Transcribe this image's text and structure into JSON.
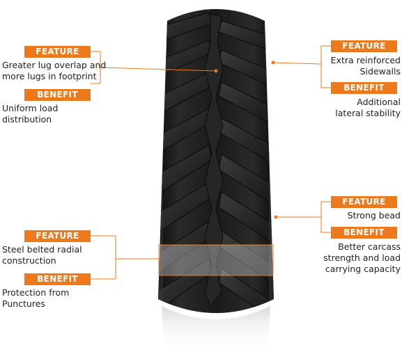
{
  "colors": {
    "accent": "#ec7a1c",
    "text": "#1f1f1f",
    "tire": "#1c1c1c"
  },
  "callouts": [
    {
      "feature_label": "FEATURE",
      "feature_text": "Greater lug overlap and\nmore lugs in footprint",
      "benefit_label": "BENEFIT",
      "benefit_text": "Uniform load\ndistribution"
    },
    {
      "feature_label": "FEATURE",
      "feature_text": "Extra reinforced\nSidewalls",
      "benefit_label": "BENEFIT",
      "benefit_text": "Additional\nlateral stability"
    },
    {
      "feature_label": "FEATURE",
      "feature_text": "Strong bead",
      "benefit_label": "BENEFIT",
      "benefit_text": "Better carcass\nstrength and load\ncarrying capacity"
    },
    {
      "feature_label": "FEATURE",
      "feature_text": "Steel belted radial\nconstruction",
      "benefit_label": "BENEFIT",
      "benefit_text": "Protection from\nPunctures"
    }
  ]
}
